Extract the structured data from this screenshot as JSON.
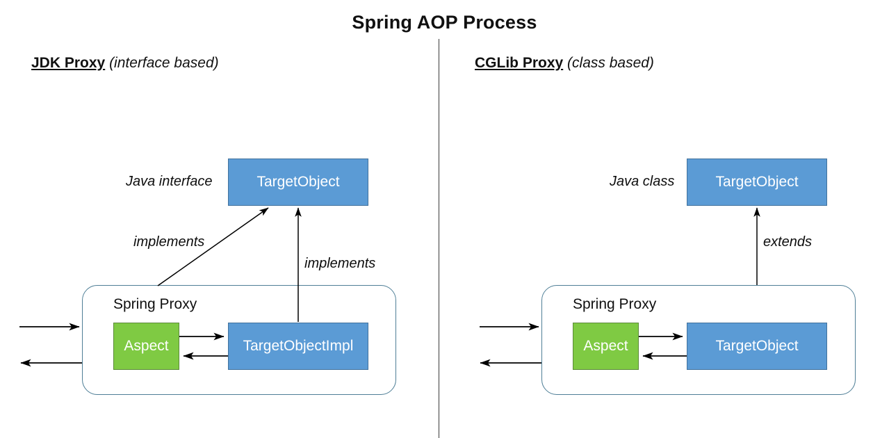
{
  "diagram": {
    "title": "Spring AOP Process",
    "colors": {
      "blue_fill": "#5B9BD5",
      "blue_stroke": "#41719C",
      "green_fill": "#7FCA43",
      "green_stroke": "#5C8A3A",
      "proxy_stroke": "#4E7E96",
      "divider": "#3A3A3A",
      "arrow": "#000000",
      "text_dark": "#101010",
      "text_light": "#FFFFFF"
    }
  },
  "panels": {
    "left": {
      "heading_strong": "JDK Proxy",
      "heading_italic": "(interface based)",
      "type_label": "Java interface",
      "top_node": "TargetObject",
      "proxy_label": "Spring Proxy",
      "aspect_node": "Aspect",
      "target_node": "TargetObjectImpl",
      "relation_diagonal": "implements",
      "relation_vertical": "implements"
    },
    "right": {
      "heading_strong": "CGLib Proxy",
      "heading_italic": "(class based)",
      "type_label": "Java class",
      "top_node": "TargetObject",
      "proxy_label": "Spring Proxy",
      "aspect_node": "Aspect",
      "target_node": "TargetObject",
      "relation_vertical": "extends"
    }
  }
}
